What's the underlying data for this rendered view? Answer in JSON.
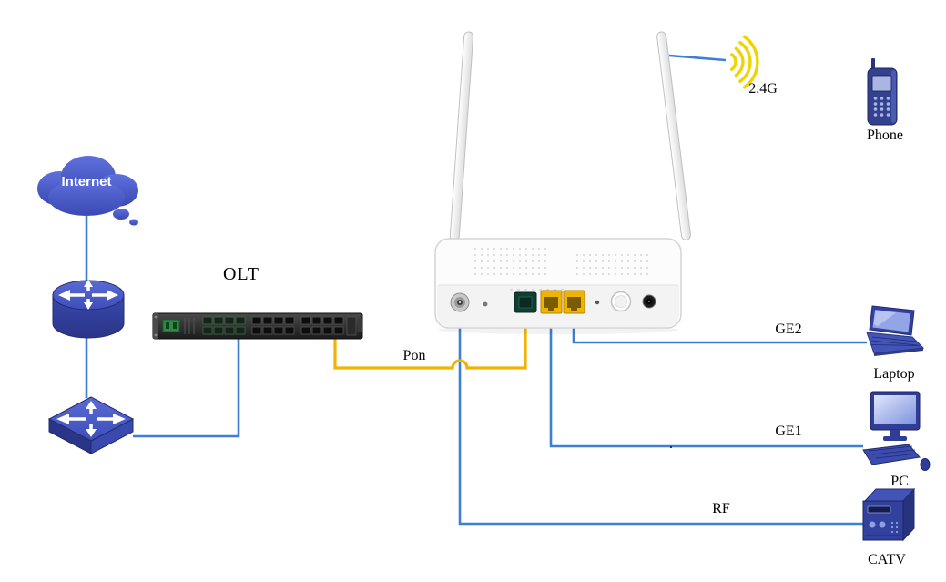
{
  "diagram": {
    "nodes": {
      "internet": {
        "label": "Internet"
      },
      "olt": {
        "label": "OLT"
      },
      "wifi": {
        "label": "2.4G"
      },
      "phone": {
        "label": "Phone"
      },
      "laptop": {
        "label": "Laptop"
      },
      "pc": {
        "label": "PC"
      },
      "catv": {
        "label": "CATV"
      }
    },
    "links": {
      "pon": {
        "label": "Pon"
      },
      "ge2": {
        "label": "GE2"
      },
      "ge1": {
        "label": "GE1"
      },
      "rf": {
        "label": "RF"
      }
    },
    "stray_mark": "."
  },
  "colors": {
    "line_blue": "#3f7ed5",
    "line_yellow": "#f2b300",
    "wifi_yellow": "#f0d400",
    "icon_blue": "#4a5cc8",
    "icon_blue_dark": "#2e3a8c",
    "cloud_blue": "#4a5cc8",
    "olt_body": "#2b2b2b",
    "olt_green": "#2e8b46",
    "port_yellow": "#f0b400",
    "fiber_green": "#123d33",
    "onu_white": "#fcfcfc"
  }
}
